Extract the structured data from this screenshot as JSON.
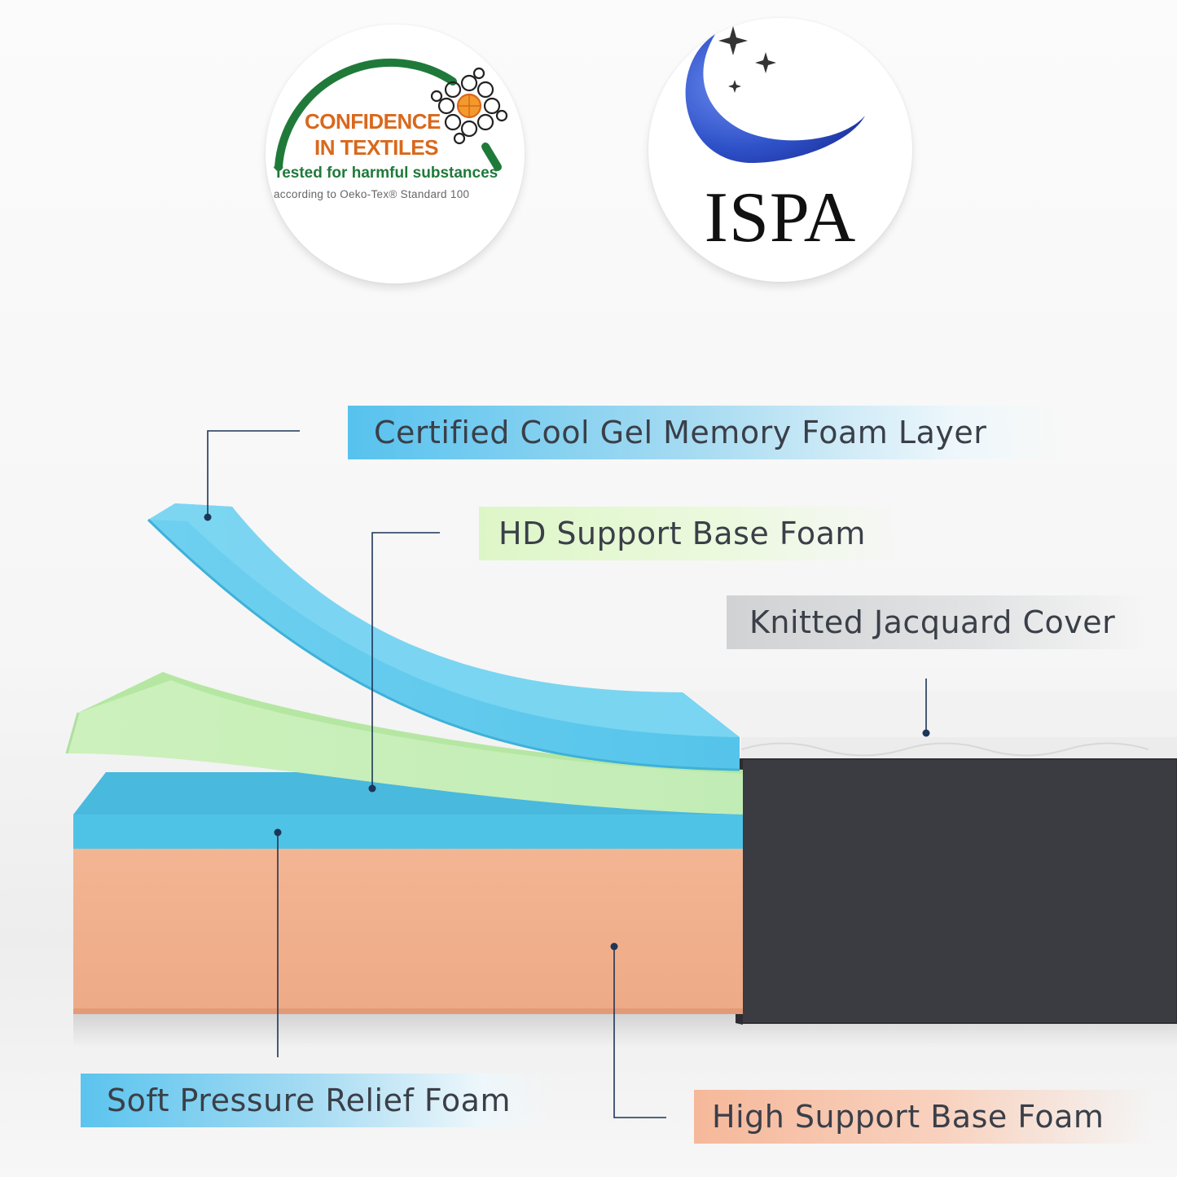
{
  "certifications": {
    "oeko_tex": {
      "line1": "CONFIDENCE",
      "line2": "IN TEXTILES",
      "line3": "Tested for harmful substances",
      "line4": "according to Oeko-Tex® Standard 100"
    },
    "ispa": {
      "wordmark": "ISPA"
    }
  },
  "layer_labels": {
    "gel_memory_foam": "Certified Cool Gel Memory Foam Layer",
    "hd_support_foam": "HD Support Base Foam",
    "cover": "Knitted Jacquard Cover",
    "soft_pressure_foam": "Soft Pressure Relief Foam",
    "high_support_foam": "High Support Base Foam"
  },
  "colors": {
    "gel_blue": "#4fc3e6",
    "hd_green": "#c9efb9",
    "high_support_peach": "#f2b28f",
    "cover_dark": "#3b3b42",
    "leader_line": "#1d3557",
    "oeko_orange": "#d9681c",
    "oeko_green": "#1f7a3a",
    "ispa_blue": "#2f52c9"
  }
}
